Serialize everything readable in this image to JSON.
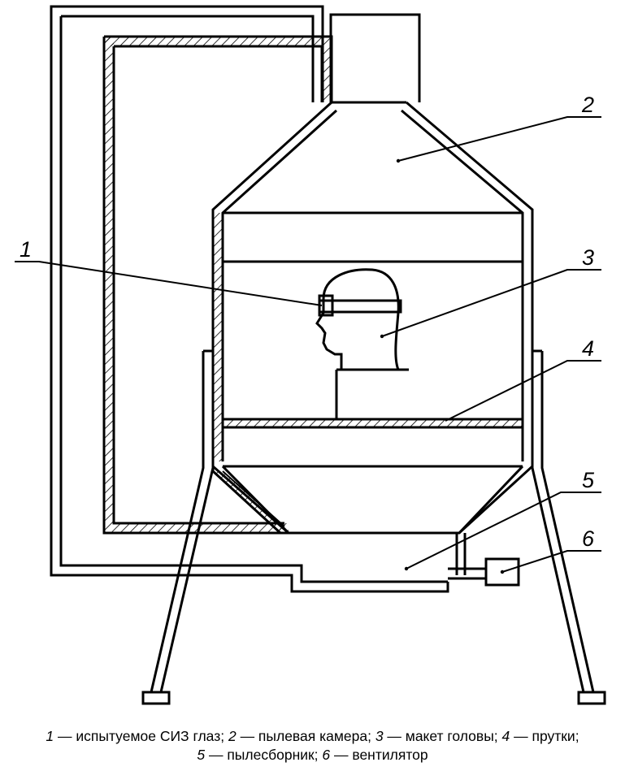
{
  "diagram": {
    "callouts": [
      {
        "id": "1",
        "label": "1"
      },
      {
        "id": "2",
        "label": "2"
      },
      {
        "id": "3",
        "label": "3"
      },
      {
        "id": "4",
        "label": "4"
      },
      {
        "id": "5",
        "label": "5"
      },
      {
        "id": "6",
        "label": "6"
      }
    ]
  },
  "caption": {
    "line1": [
      {
        "num": "1",
        "text": " — испытуемое СИЗ глаз; "
      },
      {
        "num": "2",
        "text": " — пылевая камера; "
      },
      {
        "num": "3",
        "text": " — макет головы; "
      },
      {
        "num": "4",
        "text": " — прутки;"
      }
    ],
    "line2": [
      {
        "num": "5",
        "text": " — пылесборник; "
      },
      {
        "num": "6",
        "text": " — вентилятор"
      }
    ]
  },
  "colors": {
    "stroke": "#000000",
    "background": "#ffffff"
  }
}
